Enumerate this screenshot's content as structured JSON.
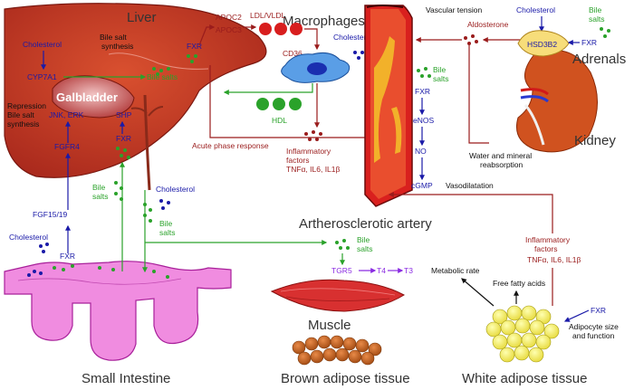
{
  "colors": {
    "liver": "#c0392b",
    "tissue_red": "#c0392b",
    "bile_green": "#2aa22a",
    "cholesterol_blue": "#1a1aa8",
    "intestine_pink": "#f08ce0",
    "fat_yellow": "#f3f05a",
    "brown_fat": "#c0601f",
    "muscle": "#d83030",
    "purple_arrow": "#8a2be2"
  },
  "titles": {
    "liver": "Liver",
    "macrophages": "Macrophages",
    "adrenals": "Adrenals",
    "kidney": "Kidney",
    "artery": "Artherosclerotic artery",
    "muscle": "Muscle",
    "small_intestine": "Small Intestine",
    "brown_adipose": "Brown adipose tissue",
    "white_adipose": "White adipose tissue",
    "gallbladder": "Galbladder"
  },
  "liver": {
    "cholesterol": "Cholesterol",
    "bile_salt_synthesis": [
      "Bile salt",
      "synthesis"
    ],
    "cyp7a1": "CYP7A1",
    "bile_salts": "Bile salts",
    "repression": [
      "Repression",
      "Bile salt",
      "synthesis"
    ],
    "jnk_erk": "JNK, ERK",
    "shp": "SHP",
    "fxr": "FXR",
    "fgfr4": "FGFR4"
  },
  "intestine": {
    "fgf": "FGF15/19",
    "cholesterol": "Cholesterol",
    "fxr": "FXR",
    "bile_salts": [
      "Bile",
      "salts"
    ],
    "cholesterol2": "Cholesterol",
    "bile_salts2": [
      "Bile",
      "salts"
    ]
  },
  "macrophage": {
    "fxr": "FXR",
    "apoc2": "APOC2",
    "apoc3": "APOC3",
    "ldl_vldl": "LDL/VLDL",
    "cd36": "CD36",
    "cholesterol": "Cholesterol",
    "hdl": "HDL",
    "acute_phase": "Acute phase response",
    "inflammatory": [
      "Inflammatory",
      "factors",
      "TNFα, IL6, IL1β"
    ]
  },
  "artery": {
    "vascular_tension": "Vascular tension",
    "bile_salts": [
      "Bile",
      "salts"
    ],
    "fxr": "FXR",
    "enos": "eNOS",
    "no": "NO",
    "cgmp": "cGMP",
    "vasodilatation": "Vasodilatation",
    "water_mineral": [
      "Water and mineral",
      "reabsorption"
    ]
  },
  "adrenals": {
    "aldosterone": "Aldosterone",
    "cholesterol": "Cholesterol",
    "bile_salts": [
      "Bile",
      "salts"
    ],
    "hsd3b2": "HSD3B2",
    "fxr": "FXR"
  },
  "muscle": {
    "bile_salts": [
      "Bile",
      "salts"
    ],
    "tgr5": "TGR5",
    "t4": "T4",
    "t3": "T3"
  },
  "white_adipose": {
    "inflammatory": [
      "Inflammatory",
      "factors",
      "TNFα, IL6, IL1β"
    ],
    "metabolic_rate": "Metabolic rate",
    "free_fatty_acids": "Free fatty acids",
    "fxr": "FXR",
    "adipocyte": [
      "Adipocyte size",
      "and function"
    ]
  }
}
